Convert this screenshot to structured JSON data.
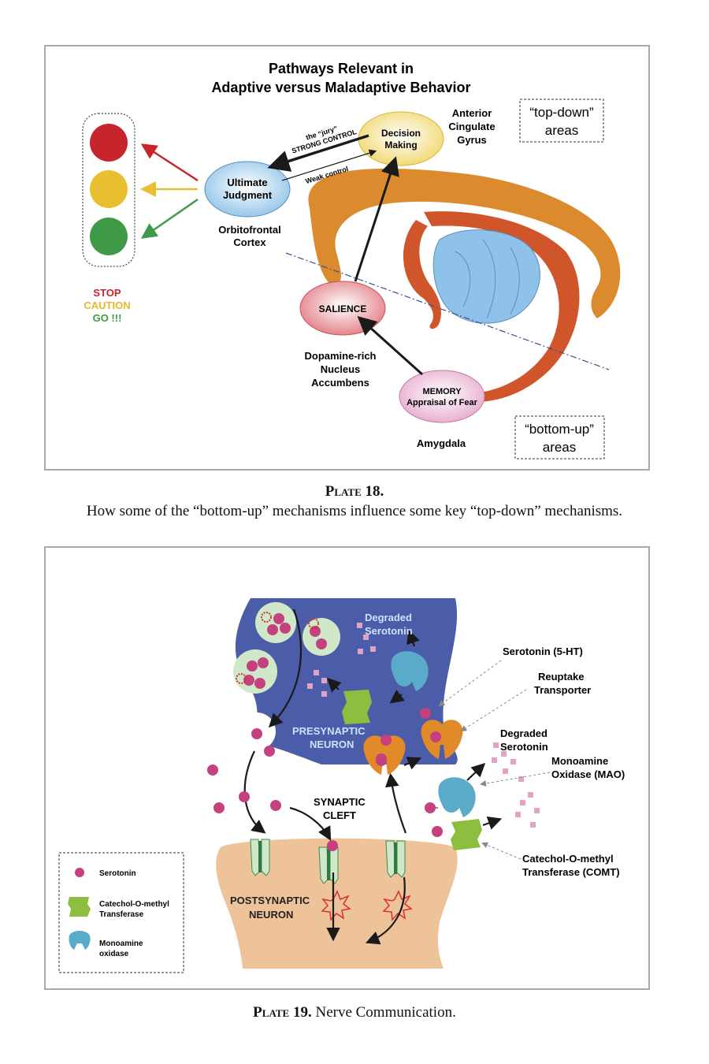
{
  "plate18": {
    "title_line1": "Pathways Relevant in",
    "title_line2": "Adaptive versus Maladaptive Behavior",
    "traffic": {
      "stop": "STOP",
      "caution": "CAUTION",
      "go": "GO !!!"
    },
    "ultimate_line1": "Ultimate",
    "ultimate_line2": "Judgment",
    "ofc_line1": "Orbitofrontal",
    "ofc_line2": "Cortex",
    "decision_line1": "Decision",
    "decision_line2": "Making",
    "acg_line1": "Anterior",
    "acg_line2": "Cingulate",
    "acg_line3": "Gyrus",
    "topdown_line1": "“top-down”",
    "topdown_line2": "areas",
    "jury": "the “jury”",
    "strong": "STRONG CONTROL",
    "weak": "Weak control",
    "salience": "SALIENCE",
    "nacc_line1": "Dopamine-rich",
    "nacc_line2": "Nucleus",
    "nacc_line3": "Accumbens",
    "memory_line1": "MEMORY",
    "memory_line2": "Appraisal of Fear",
    "amygdala": "Amygdala",
    "bottomup_line1": "“bottom-up”",
    "bottomup_line2": "areas",
    "caption_label": "Plate 18.",
    "caption_text": "How some of the “bottom-up” mechanisms influence some key “top-down” mechanisms.",
    "colors": {
      "red": "#c8242b",
      "yellow": "#e8c02f",
      "green": "#3f9a47",
      "orange": "#dc8a2e",
      "blue": "#8fc2e8"
    }
  },
  "plate19": {
    "degraded_top_line1": "Degraded",
    "degraded_top_line2": "Serotonin",
    "serotonin_label": "Serotonin (5-HT)",
    "reuptake_line1": "Reuptake",
    "reuptake_line2": "Transporter",
    "presynaptic_line1": "PRESYNAPTIC",
    "presynaptic_line2": "NEURON",
    "degraded_right_line1": "Degraded",
    "degraded_right_line2": "Serotonin",
    "mao_line1": "Monoamine",
    "mao_line2": "Oxidase (MAO)",
    "cleft_line1": "SYNAPTIC",
    "cleft_line2": "CLEFT",
    "comt_line1": "Catechol-O-methyl",
    "comt_line2": "Transferase (COMT)",
    "postsynaptic_line1": "POSTSYNAPTIC",
    "postsynaptic_line2": "NEURON",
    "legend": {
      "serotonin": "Serotonin",
      "comt_line1": "Catechol-O-methyl",
      "comt_line2": "Transferase",
      "mao_line1": "Monoamine",
      "mao_line2": "oxidase"
    },
    "caption_label": "Plate 19.",
    "caption_text": "Nerve Communication.",
    "colors": {
      "presynaptic": "#4b5da8",
      "postsynaptic": "#eec399",
      "serotonin": "#c4407e",
      "mao": "#5aaac9",
      "comt": "#8cbe3f",
      "transporter": "#e08a2a"
    }
  }
}
